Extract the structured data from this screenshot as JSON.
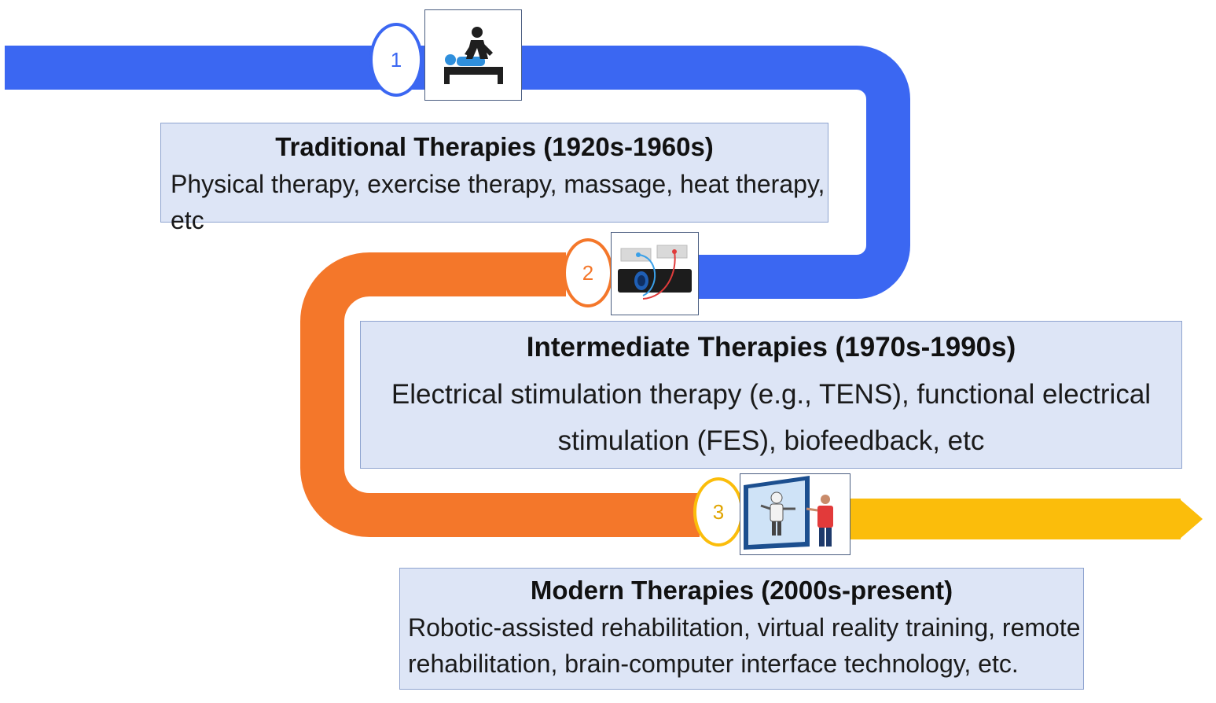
{
  "colors": {
    "stage1": "#3b67f2",
    "stage2": "#f4772a",
    "stage3": "#fbbd0b",
    "box_fill": "#dde5f6",
    "box_border": "#8ea3cf"
  },
  "stages": [
    {
      "number": "1",
      "icon": "massage-therapy-icon",
      "title": "Traditional Therapies (1920s-1960s)",
      "desc_line1": "Physical therapy, exercise therapy, massage, heat therapy,",
      "desc_line2": "etc"
    },
    {
      "number": "2",
      "icon": "electrical-stimulation-device-icon",
      "title": "Intermediate Therapies (1970s-1990s)",
      "desc_line1": "Electrical stimulation therapy (e.g., TENS), functional electrical",
      "desc_line2": "stimulation (FES), biofeedback, etc"
    },
    {
      "number": "3",
      "icon": "robot-virtual-reality-icon",
      "title": "Modern Therapies (2000s-present)",
      "desc_line1": "Robotic-assisted rehabilitation, virtual reality training, remote",
      "desc_line2": "rehabilitation, brain-computer interface technology, etc."
    }
  ]
}
